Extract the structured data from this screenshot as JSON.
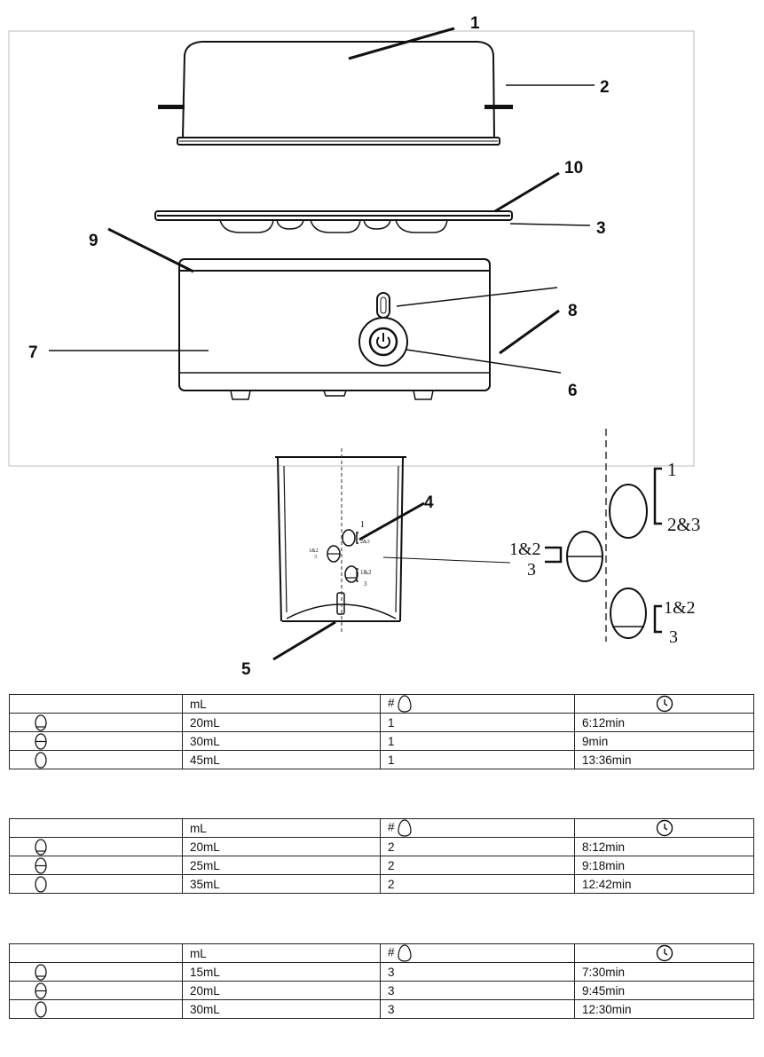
{
  "callouts": [
    "1",
    "2",
    "3",
    "4",
    "5",
    "6",
    "7",
    "8",
    "9",
    "10"
  ],
  "egg_guide": {
    "top_label": "1",
    "top_bracket_label": "2&3",
    "side_label_top": "1&2",
    "side_label_bottom": "3",
    "bottom_label_top": "1&2",
    "bottom_label_bottom": "3"
  },
  "cup_marks": {
    "top": "1",
    "top_small": "2&3",
    "mid": "1&2",
    "mid_small": "3",
    "bottom": "1&2",
    "bottom_small": "3"
  },
  "tables": [
    {
      "header": {
        "ml": "mL",
        "eggs_symbol": "#"
      },
      "rows": [
        {
          "level": "low-line-icon",
          "ml": "20mL",
          "eggs": "1",
          "time": "6:12min"
        },
        {
          "level": "mid-line-icon",
          "ml": "30mL",
          "eggs": "1",
          "time": "9min"
        },
        {
          "level": "no-line-icon",
          "ml": "45mL",
          "eggs": "1",
          "time": "13:36min"
        }
      ]
    },
    {
      "header": {
        "ml": "mL",
        "eggs_symbol": "#"
      },
      "rows": [
        {
          "level": "low-line-icon",
          "ml": "20mL",
          "eggs": "2",
          "time": "8:12min"
        },
        {
          "level": "mid-line-icon",
          "ml": "25mL",
          "eggs": "2",
          "time": "9:18min"
        },
        {
          "level": "no-line-icon",
          "ml": "35mL",
          "eggs": "2",
          "time": "12:42min"
        }
      ]
    },
    {
      "header": {
        "ml": "mL",
        "eggs_symbol": "#"
      },
      "rows": [
        {
          "level": "low-line-icon",
          "ml": "15mL",
          "eggs": "3",
          "time": "7:30min"
        },
        {
          "level": "mid-line-icon",
          "ml": "20mL",
          "eggs": "3",
          "time": "9:45min"
        },
        {
          "level": "no-line-icon",
          "ml": "30mL",
          "eggs": "3",
          "time": "12:30min"
        }
      ]
    }
  ]
}
